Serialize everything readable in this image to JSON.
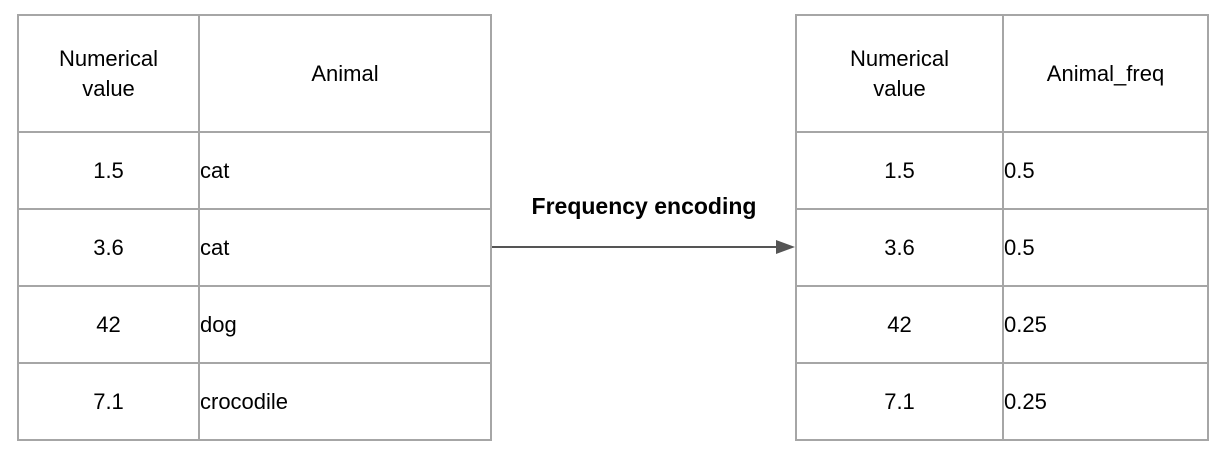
{
  "diagram": {
    "arrow_label": "Frequency encoding"
  },
  "left_table": {
    "columns": [
      "Numerical value",
      "Animal"
    ],
    "rows": [
      [
        "1.5",
        "cat"
      ],
      [
        "3.6",
        "cat"
      ],
      [
        "42",
        "dog"
      ],
      [
        "7.1",
        "crocodile"
      ]
    ]
  },
  "right_table": {
    "columns": [
      "Numerical value",
      "Animal_freq"
    ],
    "rows": [
      [
        "1.5",
        "0.5"
      ],
      [
        "3.6",
        "0.5"
      ],
      [
        "42",
        "0.25"
      ],
      [
        "7.1",
        "0.25"
      ]
    ]
  },
  "colors": {
    "border": "#a6a6a6",
    "arrow": "#555555",
    "text": "#000000"
  }
}
